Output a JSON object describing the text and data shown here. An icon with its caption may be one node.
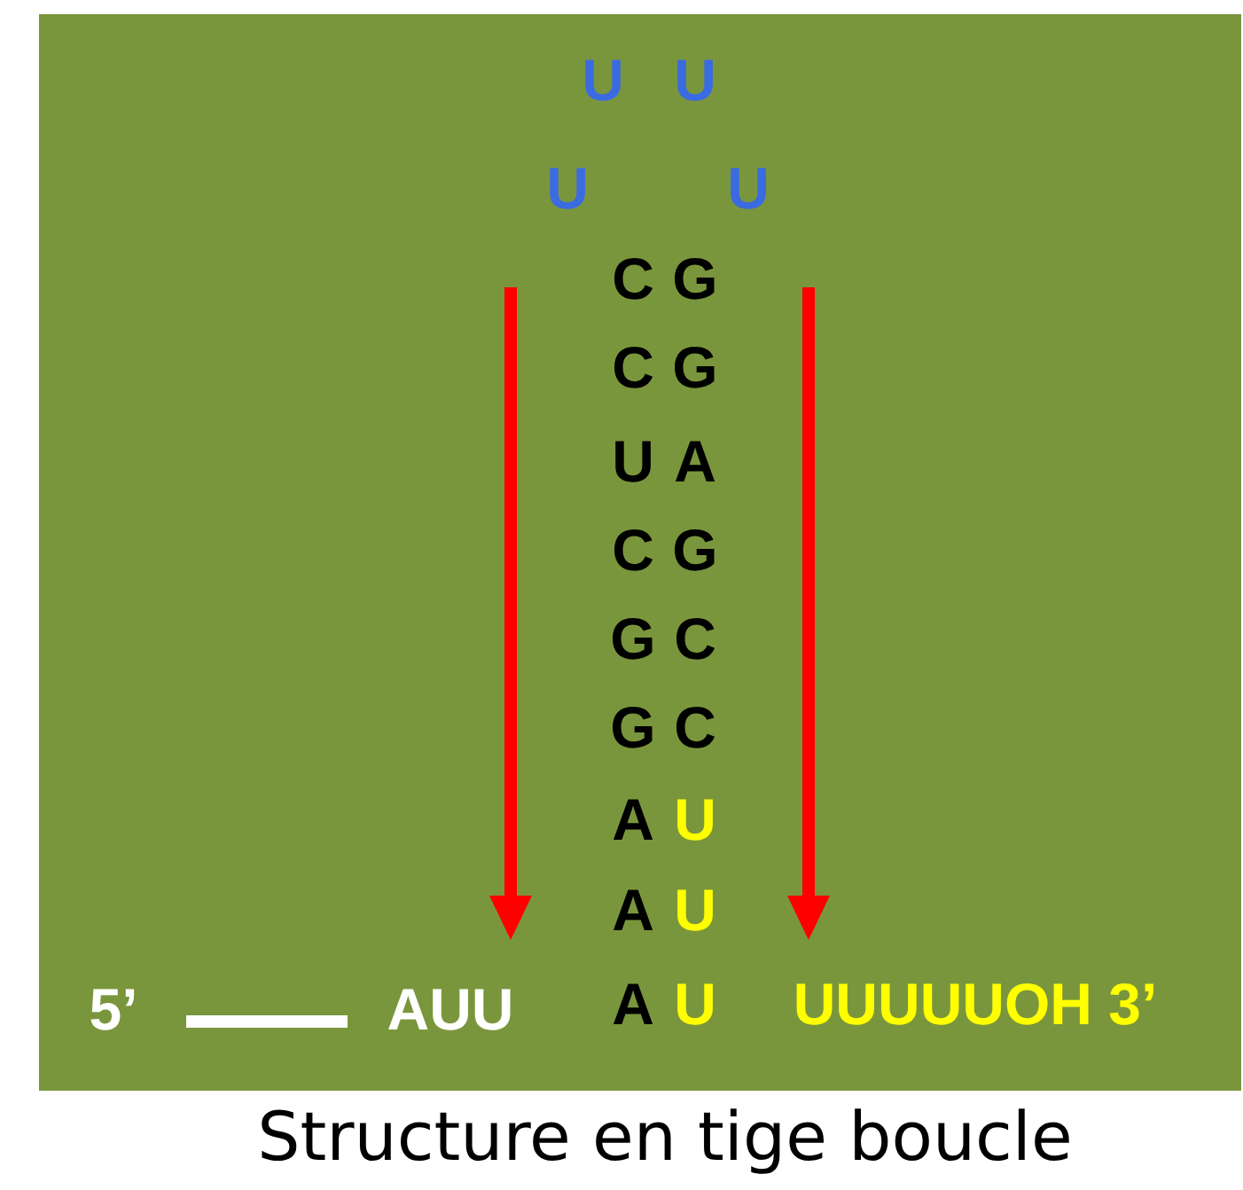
{
  "diagram": {
    "caption": "Structure en tige boucle",
    "labels": [
      "U",
      "U",
      "U",
      "U",
      "C",
      "G",
      "C",
      "G",
      "U",
      "A",
      "C",
      "G",
      "G",
      "C",
      "G",
      "C",
      "A",
      "U",
      "A",
      "U",
      "5’",
      "AUU",
      "A",
      "U",
      "UUUUUOH 3’"
    ]
  }
}
